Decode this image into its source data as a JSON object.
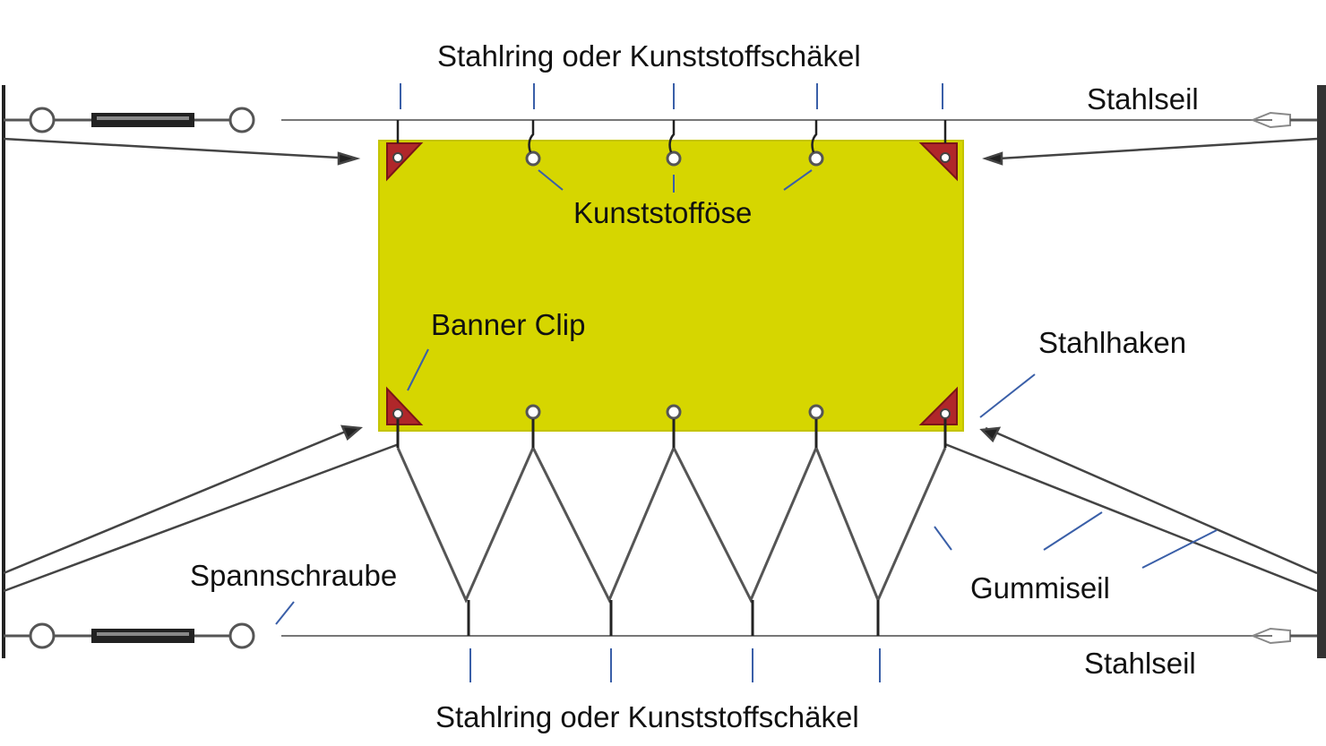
{
  "labels": {
    "top_ring": "Stahlring oder Kunststoffschäkel",
    "bottom_ring": "Stahlring oder Kunststoffschäkel",
    "steel_cable_top": "Stahlseil",
    "steel_cable_bottom": "Stahlseil",
    "plastic_eyelet": "Kunststofföse",
    "banner_clip": "Banner Clip",
    "steel_hook": "Stahlhaken",
    "turnbuckle": "Spannschraube",
    "bungee_cord": "Gummiseil"
  },
  "colors": {
    "banner": "#d6d600",
    "clip": "#b0272a",
    "cable": "#333333",
    "leader": "#3a5fa8",
    "post": "#222222"
  }
}
